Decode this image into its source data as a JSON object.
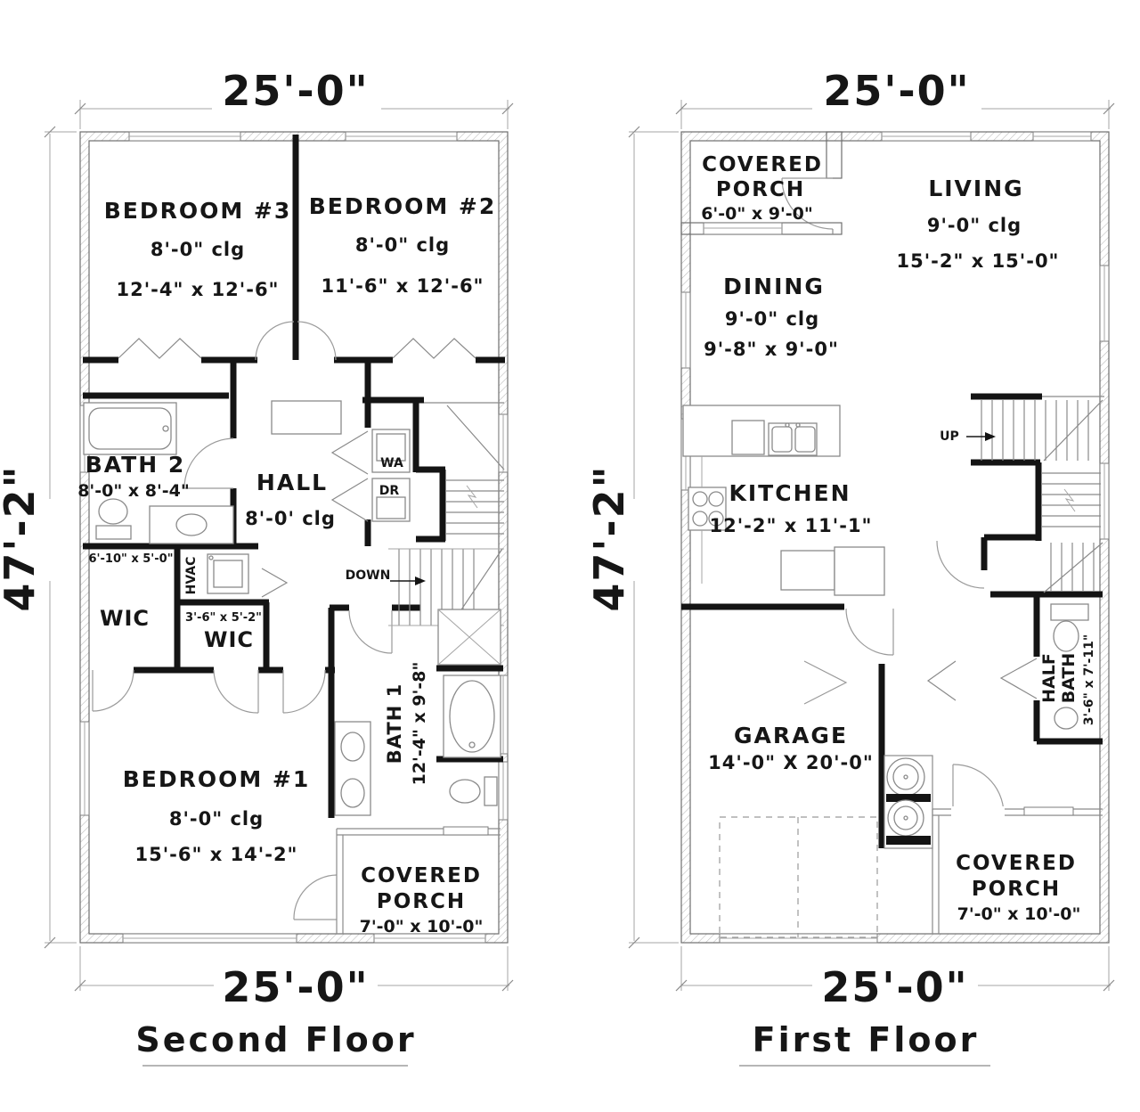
{
  "page": {
    "background": "#ffffff",
    "ink": "#161616",
    "line": "#8a8a8a"
  },
  "second_floor": {
    "title": "Second Floor",
    "dim_width_top": "25'-0\"",
    "dim_width_bottom": "25'-0\"",
    "dim_height": "47'-2\"",
    "bedroom3": {
      "name": "BEDROOM #3",
      "ceiling": "8'-0\" clg",
      "size": "12'-4\" x 12'-6\""
    },
    "bedroom2": {
      "name": "BEDROOM #2",
      "ceiling": "8'-0\" clg",
      "size": "11'-6\" x 12'-6\""
    },
    "bath2": {
      "name": "BATH 2",
      "size": "8'-0\" x 8'-4\""
    },
    "hall": {
      "name": "HALL",
      "ceiling": "8'-0' clg"
    },
    "washer_label": "WA",
    "dryer_label": "DR",
    "down_label": "DOWN",
    "wic1": {
      "name": "WIC",
      "size": "6'-10\" x 5'-0\""
    },
    "hvac_label": "HVAC",
    "wic2": {
      "name": "WIC",
      "size": "3'-6\" x 5'-2\""
    },
    "bedroom1": {
      "name": "BEDROOM #1",
      "ceiling": "8'-0\" clg",
      "size": "15'-6\" x 14'-2\""
    },
    "bath1": {
      "name": "BATH 1",
      "size": "12'-4\" x 9'-8\""
    },
    "porch": {
      "name_line1": "COVERED",
      "name_line2": "PORCH",
      "size": "7'-0\" x 10'-0\""
    }
  },
  "first_floor": {
    "title": "First Floor",
    "dim_width_top": "25'-0\"",
    "dim_width_bottom": "25'-0\"",
    "dim_height": "47'-2\"",
    "porch_front": {
      "name_line1": "COVERED",
      "name_line2": "PORCH",
      "size": "6'-0\" x 9'-0\""
    },
    "living": {
      "name": "LIVING",
      "ceiling": "9'-0\" clg",
      "size": "15'-2\" x 15'-0\""
    },
    "dining": {
      "name": "DINING",
      "ceiling": "9'-0\" clg",
      "size": "9'-8\" x 9'-0\""
    },
    "kitchen": {
      "name": "KITCHEN",
      "size": "12'-2\" x 11'-1\""
    },
    "up_label": "UP",
    "half_bath": {
      "name_line1": "HALF",
      "name_line2": "BATH",
      "size": "3'-6\" x 7'-11\""
    },
    "garage": {
      "name": "GARAGE",
      "size": "14'-0\" X 20'-0\""
    },
    "porch_rear": {
      "name_line1": "COVERED",
      "name_line2": "PORCH",
      "size": "7'-0\" x 10'-0\""
    }
  }
}
